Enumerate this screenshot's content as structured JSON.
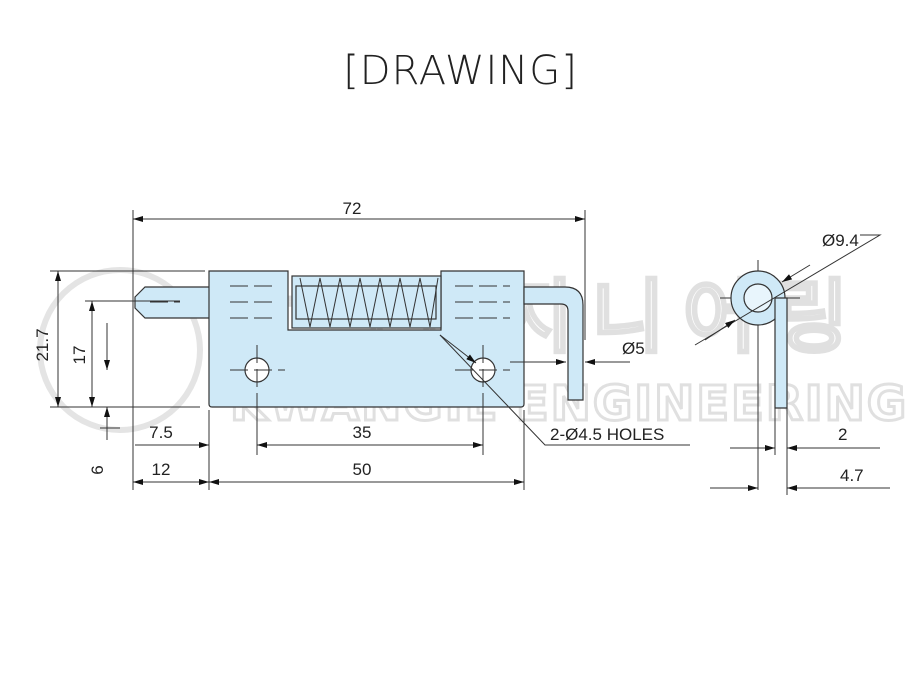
{
  "title": "[DRAWING]",
  "watermark": {
    "korean": "광일엔지니어링",
    "english": "KWANGIL ENGINEERING",
    "logo_letter": "K"
  },
  "dimensions": {
    "overall_length": "72",
    "height": "21.7",
    "hole_height": "17",
    "offset": "6",
    "hole_edge": "7.5",
    "hole_spacing": "35",
    "pin_length": "12",
    "plate_length": "50",
    "pin_diameter": "Ø5",
    "holes": "2-Ø4.5 HOLES",
    "barrel_diameter": "Ø9.4",
    "thickness": "2",
    "side_width": "4.7"
  },
  "colors": {
    "part_fill": "#cfe9f7",
    "line": "#333333"
  }
}
